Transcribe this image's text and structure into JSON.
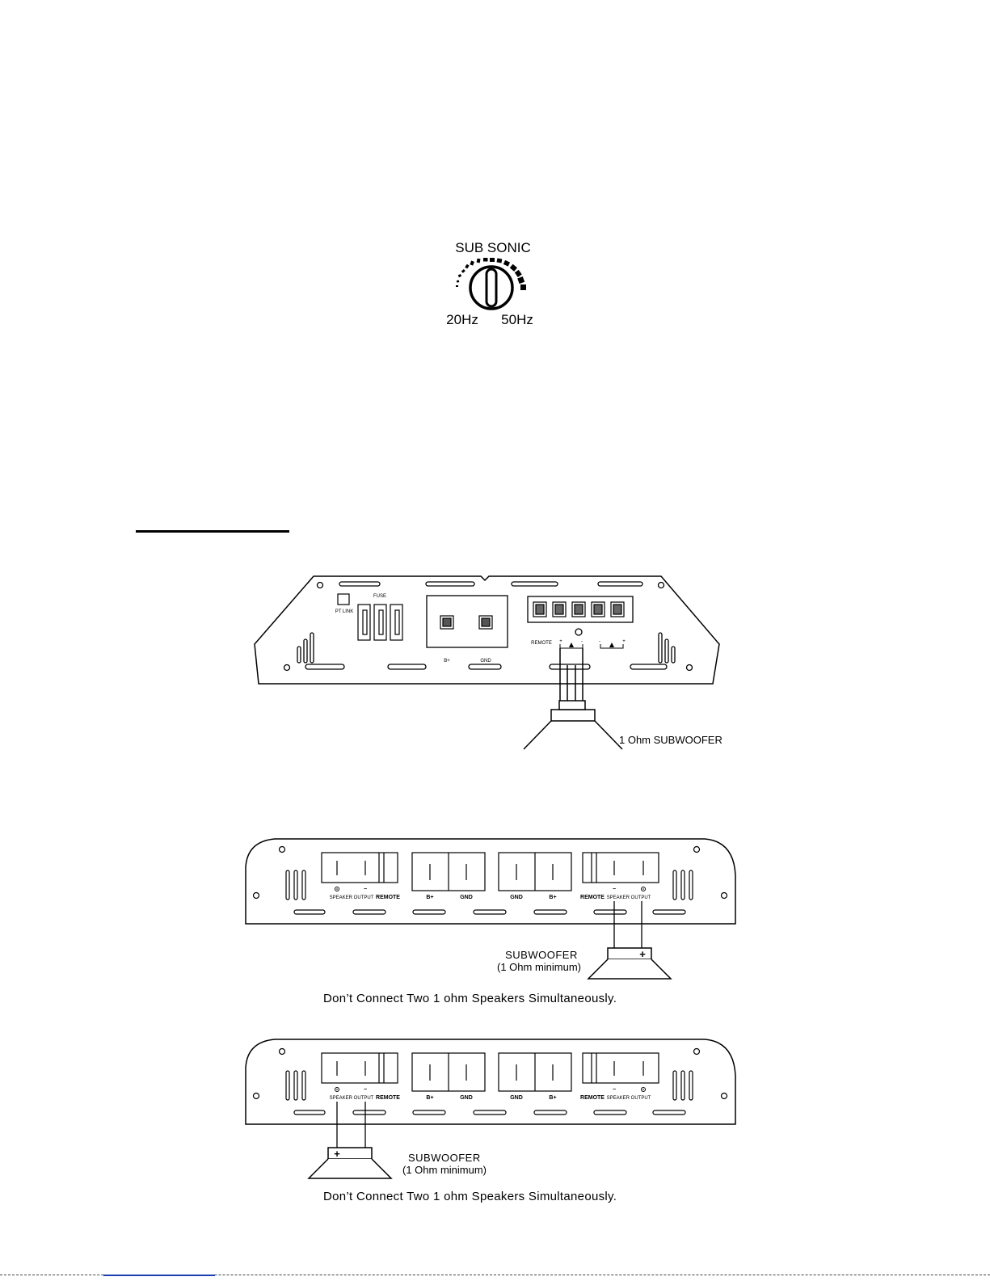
{
  "knob": {
    "title": "SUB SONIC",
    "min_label": "20Hz",
    "max_label": "50Hz"
  },
  "diagram1": {
    "labels": {
      "pt_link": "PT LINK",
      "fuse": "FUSE",
      "bplus": "B+",
      "gnd": "GND",
      "remote": "REMOTE",
      "plus": "+",
      "minus": "-",
      "subwoofer": "1 Ohm SUBWOOFER"
    }
  },
  "diagram2": {
    "labels": {
      "speaker_output": "SPEAKER OUTPUT",
      "remote": "REMOTE",
      "bplus": "B+",
      "gnd": "GND",
      "minus": "−",
      "plus": "+",
      "subwoofer": "SUBWOOFER",
      "minimum": "(1 Ohm minimum)"
    },
    "caption": "Don’t Connect Two 1 ohm Speakers Simultaneously."
  },
  "diagram3": {
    "labels": {
      "speaker_output": "SPEAKER OUTPUT",
      "remote": "REMOTE",
      "bplus": "B+",
      "gnd": "GND",
      "minus": "−",
      "plus": "+",
      "subwoofer": "SUBWOOFER",
      "minimum": "(1 Ohm minimum)"
    },
    "caption": "Don’t Connect Two 1 ohm Speakers Simultaneously."
  }
}
